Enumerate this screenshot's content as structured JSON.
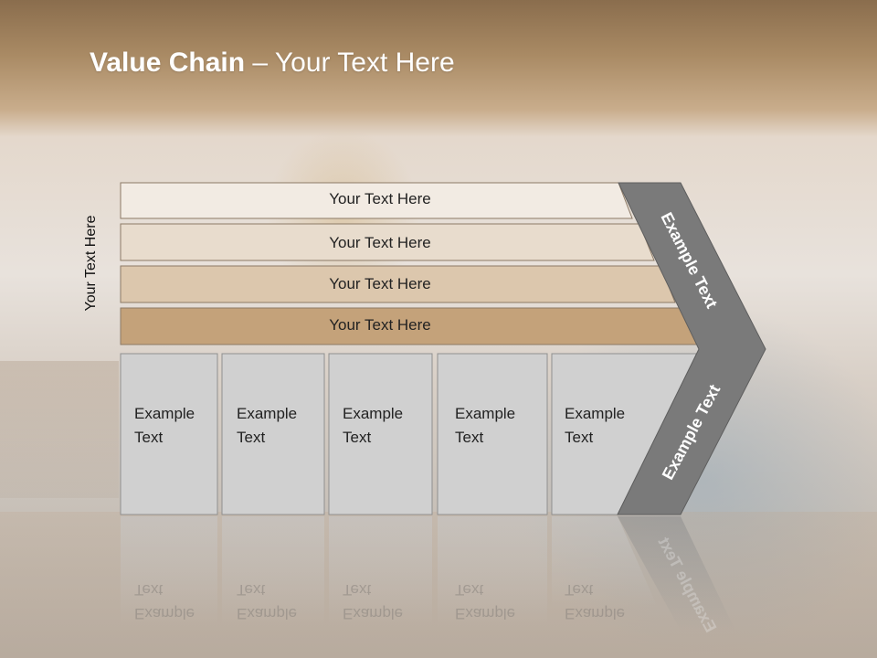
{
  "slide": {
    "title_bold": "Value Chain",
    "title_rest": " – Your Text Here",
    "side_label": "Your Text Here"
  },
  "bars": [
    {
      "label": "Your Text Here",
      "color": "#f2ebe3"
    },
    {
      "label": "Your Text Here",
      "color": "#e8dccd"
    },
    {
      "label": "Your Text Here",
      "color": "#dcc7ad"
    },
    {
      "label": "Your Text Here",
      "color": "#c4a27a"
    }
  ],
  "boxes": [
    {
      "line1": "Example",
      "line2": "Text"
    },
    {
      "line1": "Example",
      "line2": "Text"
    },
    {
      "line1": "Example",
      "line2": "Text"
    },
    {
      "line1": "Example",
      "line2": "Text"
    },
    {
      "line1": "Example",
      "line2": "Text"
    }
  ],
  "chevron": {
    "upper_text": "Example Text",
    "lower_text": "Example Text",
    "color": "#7a7a7a"
  },
  "colors": {
    "box_fill": "#d0d0d0",
    "box_border": "#8f8f8f",
    "bar_border": "#8c7a66"
  }
}
